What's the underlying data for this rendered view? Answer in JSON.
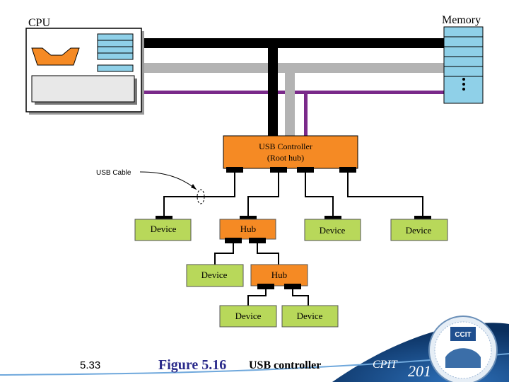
{
  "diagram": {
    "cpu_label": "CPU",
    "memory_label": "Memory",
    "usb_controller_line1": "USB Controller",
    "usb_controller_line2": "(Root hub)",
    "usb_cable_label": "USB Cable",
    "hub_label": "Hub",
    "device_label": "Device",
    "memory_ellipsis": "•\n•\n•"
  },
  "footer": {
    "slide_number": "5.33",
    "figure_label": "Figure 5.16",
    "figure_caption": "USB controller",
    "course_code": "CPIT",
    "course_number": "201"
  },
  "colors": {
    "controller": "#f58a24",
    "hub": "#f58a24",
    "device": "#b8d85a",
    "memory_cell": "#8fd0e8",
    "bus_black": "#000000",
    "bus_gray": "#b3b3b3",
    "bus_purple": "#7a2a8a",
    "footer_band": "#0c3a72"
  }
}
